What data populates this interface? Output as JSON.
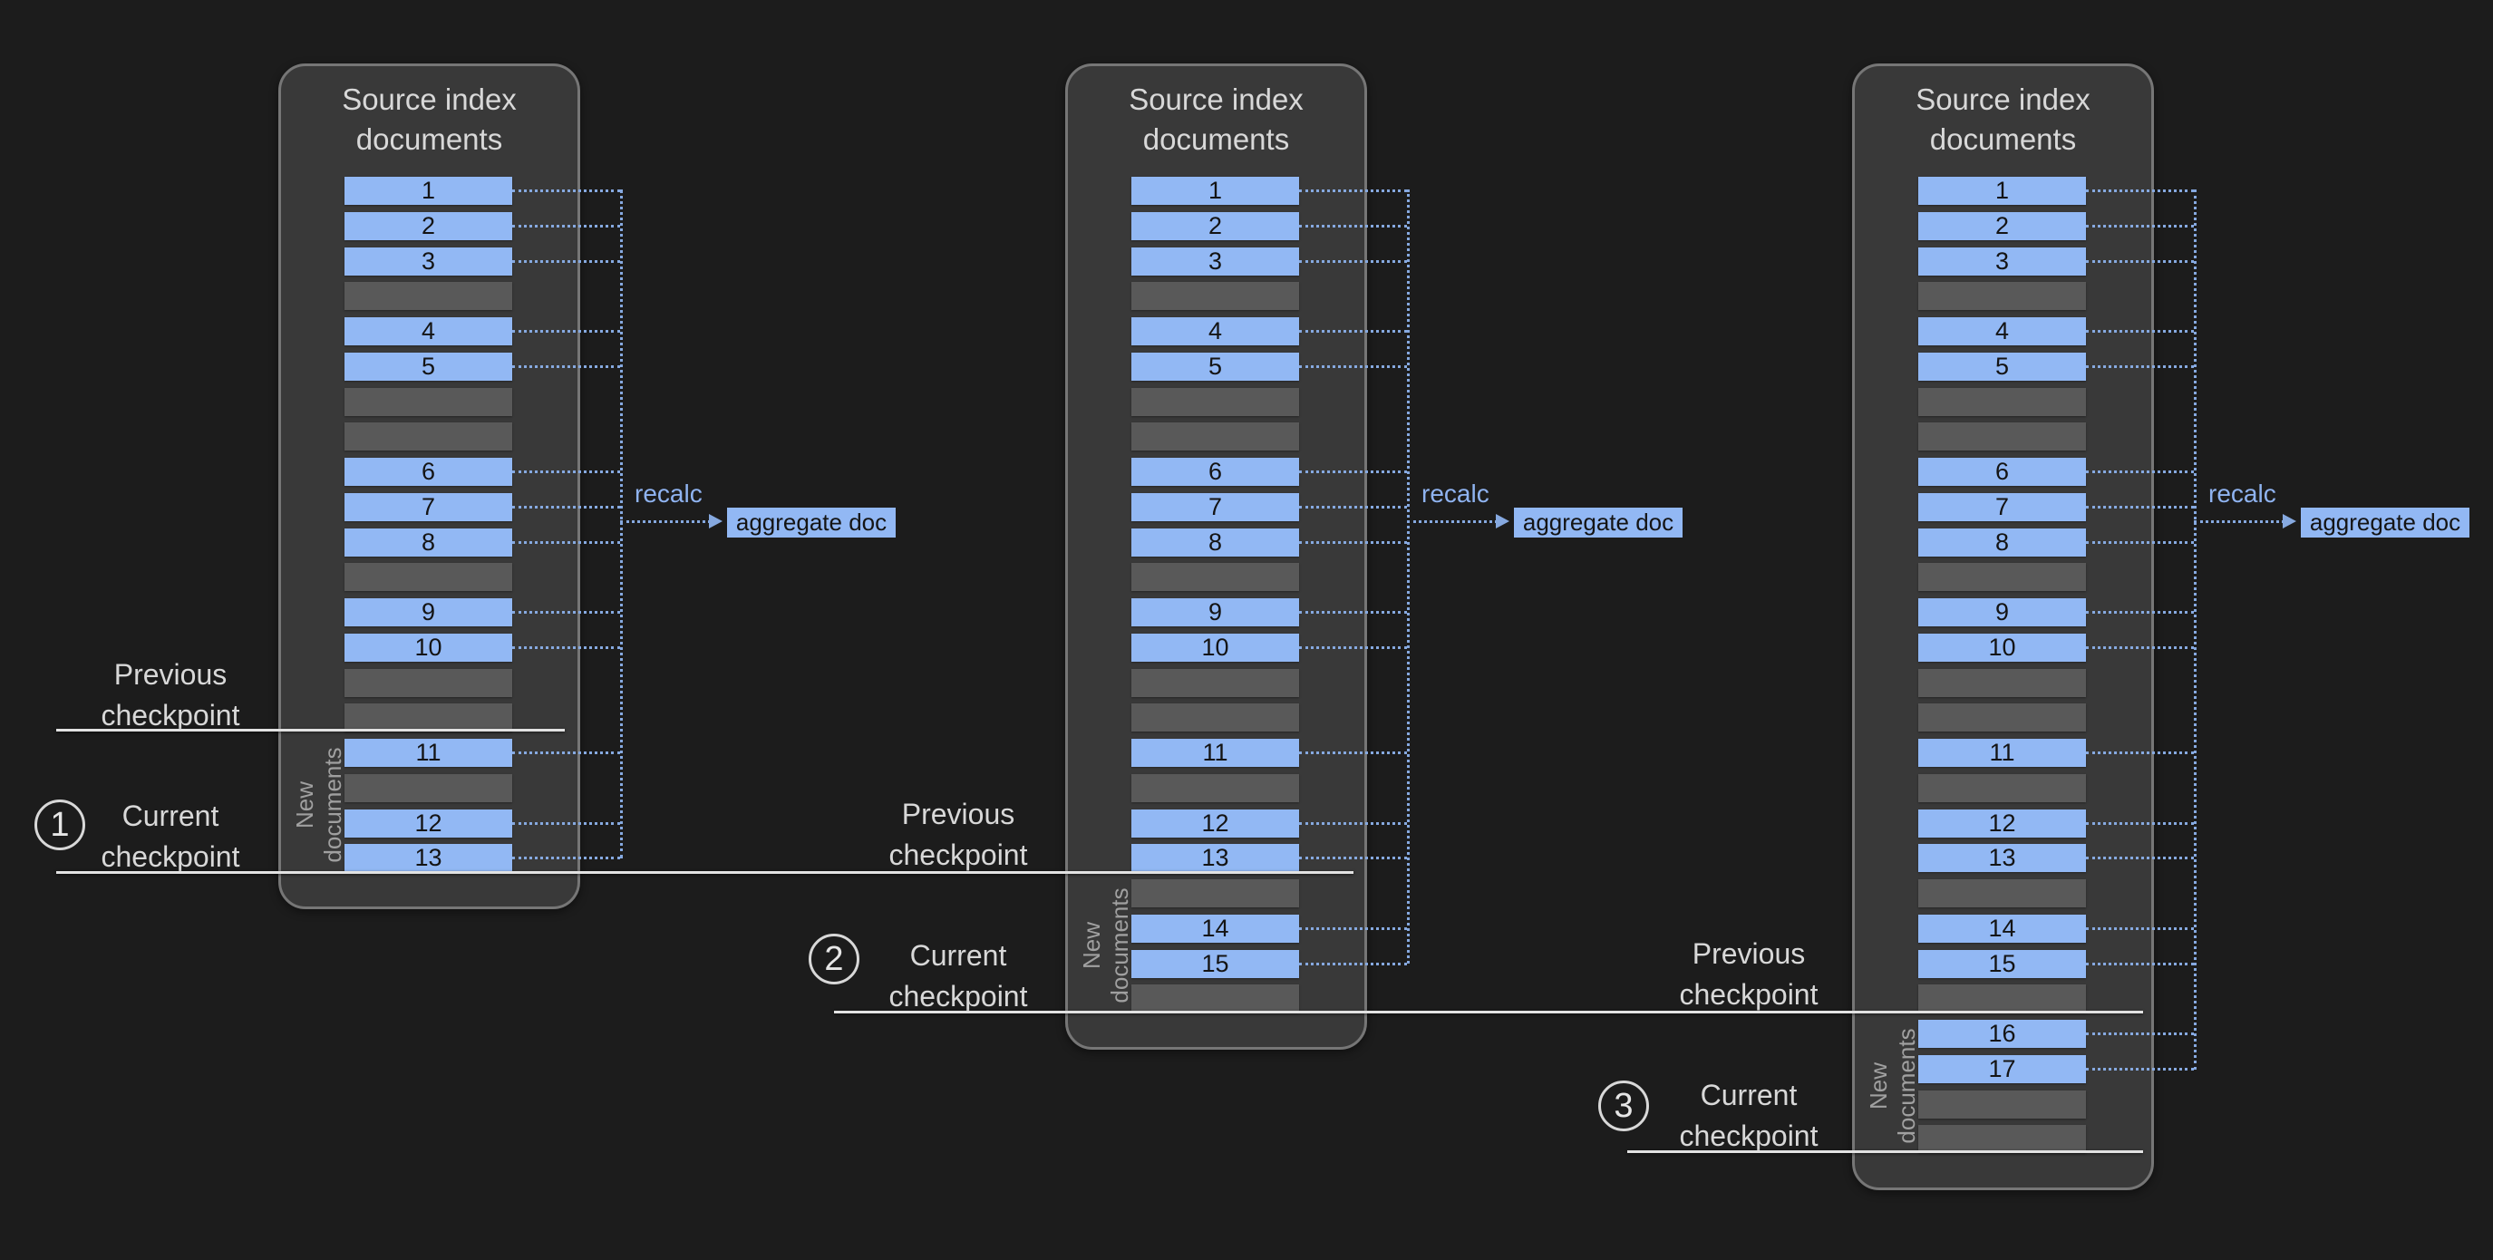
{
  "canvas": {
    "background": "#1c1c1c"
  },
  "panel_title": "Source index\ndocuments",
  "recalc_label": "recalc",
  "aggregate_label": "aggregate doc",
  "new_documents_label": "New\ndocuments",
  "colors": {
    "document_fill": "#92b8f4",
    "document_text": "#141414",
    "placeholder_fill": "#595959",
    "panel_fill": "#393939",
    "panel_border": "#767676",
    "connector_blue": "#86a9e0",
    "recalc_text": "#8fb3f0",
    "checkpoint_line": "#e2e2e2",
    "label_text": "#d8d8d8",
    "new_documents_text": "#a0a0a0"
  },
  "panels": [
    {
      "name": "source-index-1",
      "documents": [
        "1",
        "2",
        "3",
        null,
        "4",
        "5",
        null,
        null,
        "6",
        "7",
        "8",
        null,
        "9",
        "10",
        null,
        null,
        "11",
        null,
        "12",
        "13"
      ],
      "new_documents_start_slot": 16
    },
    {
      "name": "source-index-2",
      "documents": [
        "1",
        "2",
        "3",
        null,
        "4",
        "5",
        null,
        null,
        "6",
        "7",
        "8",
        null,
        "9",
        "10",
        null,
        null,
        "11",
        null,
        "12",
        "13",
        null,
        "14",
        "15",
        null
      ],
      "new_documents_start_slot": 20
    },
    {
      "name": "source-index-3",
      "documents": [
        "1",
        "2",
        "3",
        null,
        "4",
        "5",
        null,
        null,
        "6",
        "7",
        "8",
        null,
        "9",
        "10",
        null,
        null,
        "11",
        null,
        "12",
        "13",
        null,
        "14",
        "15",
        null,
        "16",
        "17",
        null,
        null
      ],
      "new_documents_start_slot": 24
    }
  ],
  "checkpoints": [
    {
      "step": "1",
      "previous": "Previous\ncheckpoint",
      "current": "Current\ncheckpoint"
    },
    {
      "step": "2",
      "previous": "Previous\ncheckpoint",
      "current": "Current\ncheckpoint"
    },
    {
      "step": "3",
      "previous": "Previous\ncheckpoint",
      "current": "Current\ncheckpoint"
    }
  ]
}
